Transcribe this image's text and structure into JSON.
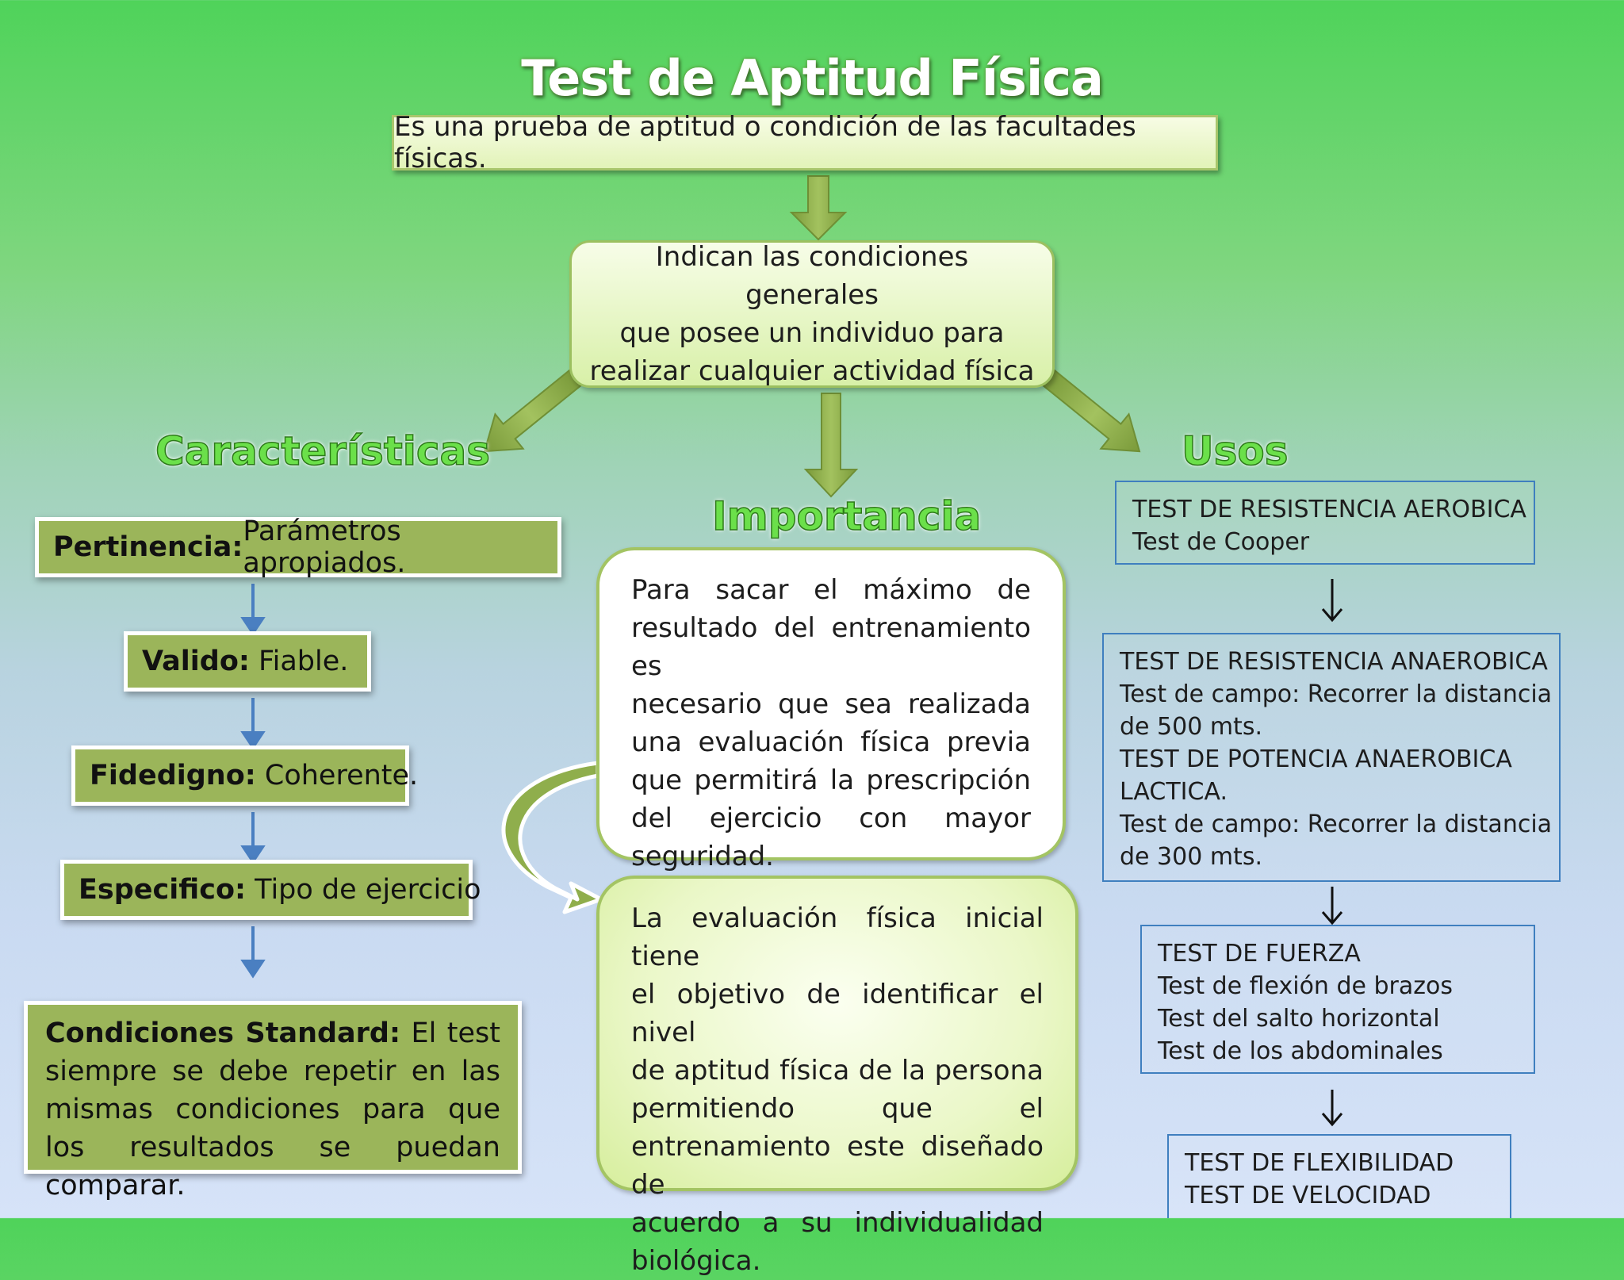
{
  "title": "Test de Aptitud Física",
  "definition": "Es una prueba de aptitud o condición de las facultades físicas.",
  "indican": [
    "Indican las condiciones generales",
    "que posee un individuo para",
    "realizar cualquier actividad física"
  ],
  "headings": {
    "caracteristicas": "Características",
    "importancia": "Importancia",
    "usos": "Usos"
  },
  "caracteristicas": [
    {
      "term": "Pertinencia:",
      "desc": "Parámetros apropiados."
    },
    {
      "term": "Valido:",
      "desc": " Fiable."
    },
    {
      "term": "Fidedigno:",
      "desc": " Coherente."
    },
    {
      "term": "Especifico:",
      "desc": " Tipo de ejercicio"
    }
  ],
  "condiciones": {
    "term": "Condiciones Standard:",
    "desc": " El test siempre se debe repetir en las mismas condiciones para que los resultados se puedan comparar."
  },
  "importancia": {
    "p1": [
      "Para sacar el máximo de",
      "resultado del entrenamiento es",
      "necesario que sea realizada",
      "una evaluación física previa",
      "que permitirá la prescripción",
      "del ejercicio con mayor",
      "seguridad."
    ],
    "p2": [
      "La evaluación física inicial tiene",
      "el objetivo de identificar el nivel",
      "de aptitud física de la persona",
      "permitiendo que el",
      "entrenamiento este diseñado de",
      "acuerdo a su individualidad",
      "biológica."
    ]
  },
  "usos": [
    [
      "TEST DE RESISTENCIA AEROBICA",
      "Test de Cooper"
    ],
    [
      "TEST DE RESISTENCIA ANAEROBICA",
      "Test de campo: Recorrer la distancia",
      "de 500 mts.",
      "TEST DE POTENCIA ANAEROBICA",
      "LACTICA.",
      "Test de campo: Recorrer la distancia",
      "de 300 mts."
    ],
    [
      "TEST DE FUERZA",
      "Test de flexión de brazos",
      "Test del salto horizontal",
      "Test de los abdominales"
    ],
    [
      "TEST DE FLEXIBILIDAD",
      "TEST DE VELOCIDAD"
    ]
  ],
  "colors": {
    "box_green": "#9bb55a",
    "arrow_green": "#8fae4c",
    "heading_green": "#6be04a",
    "usos_border": "#3f7fbf"
  }
}
